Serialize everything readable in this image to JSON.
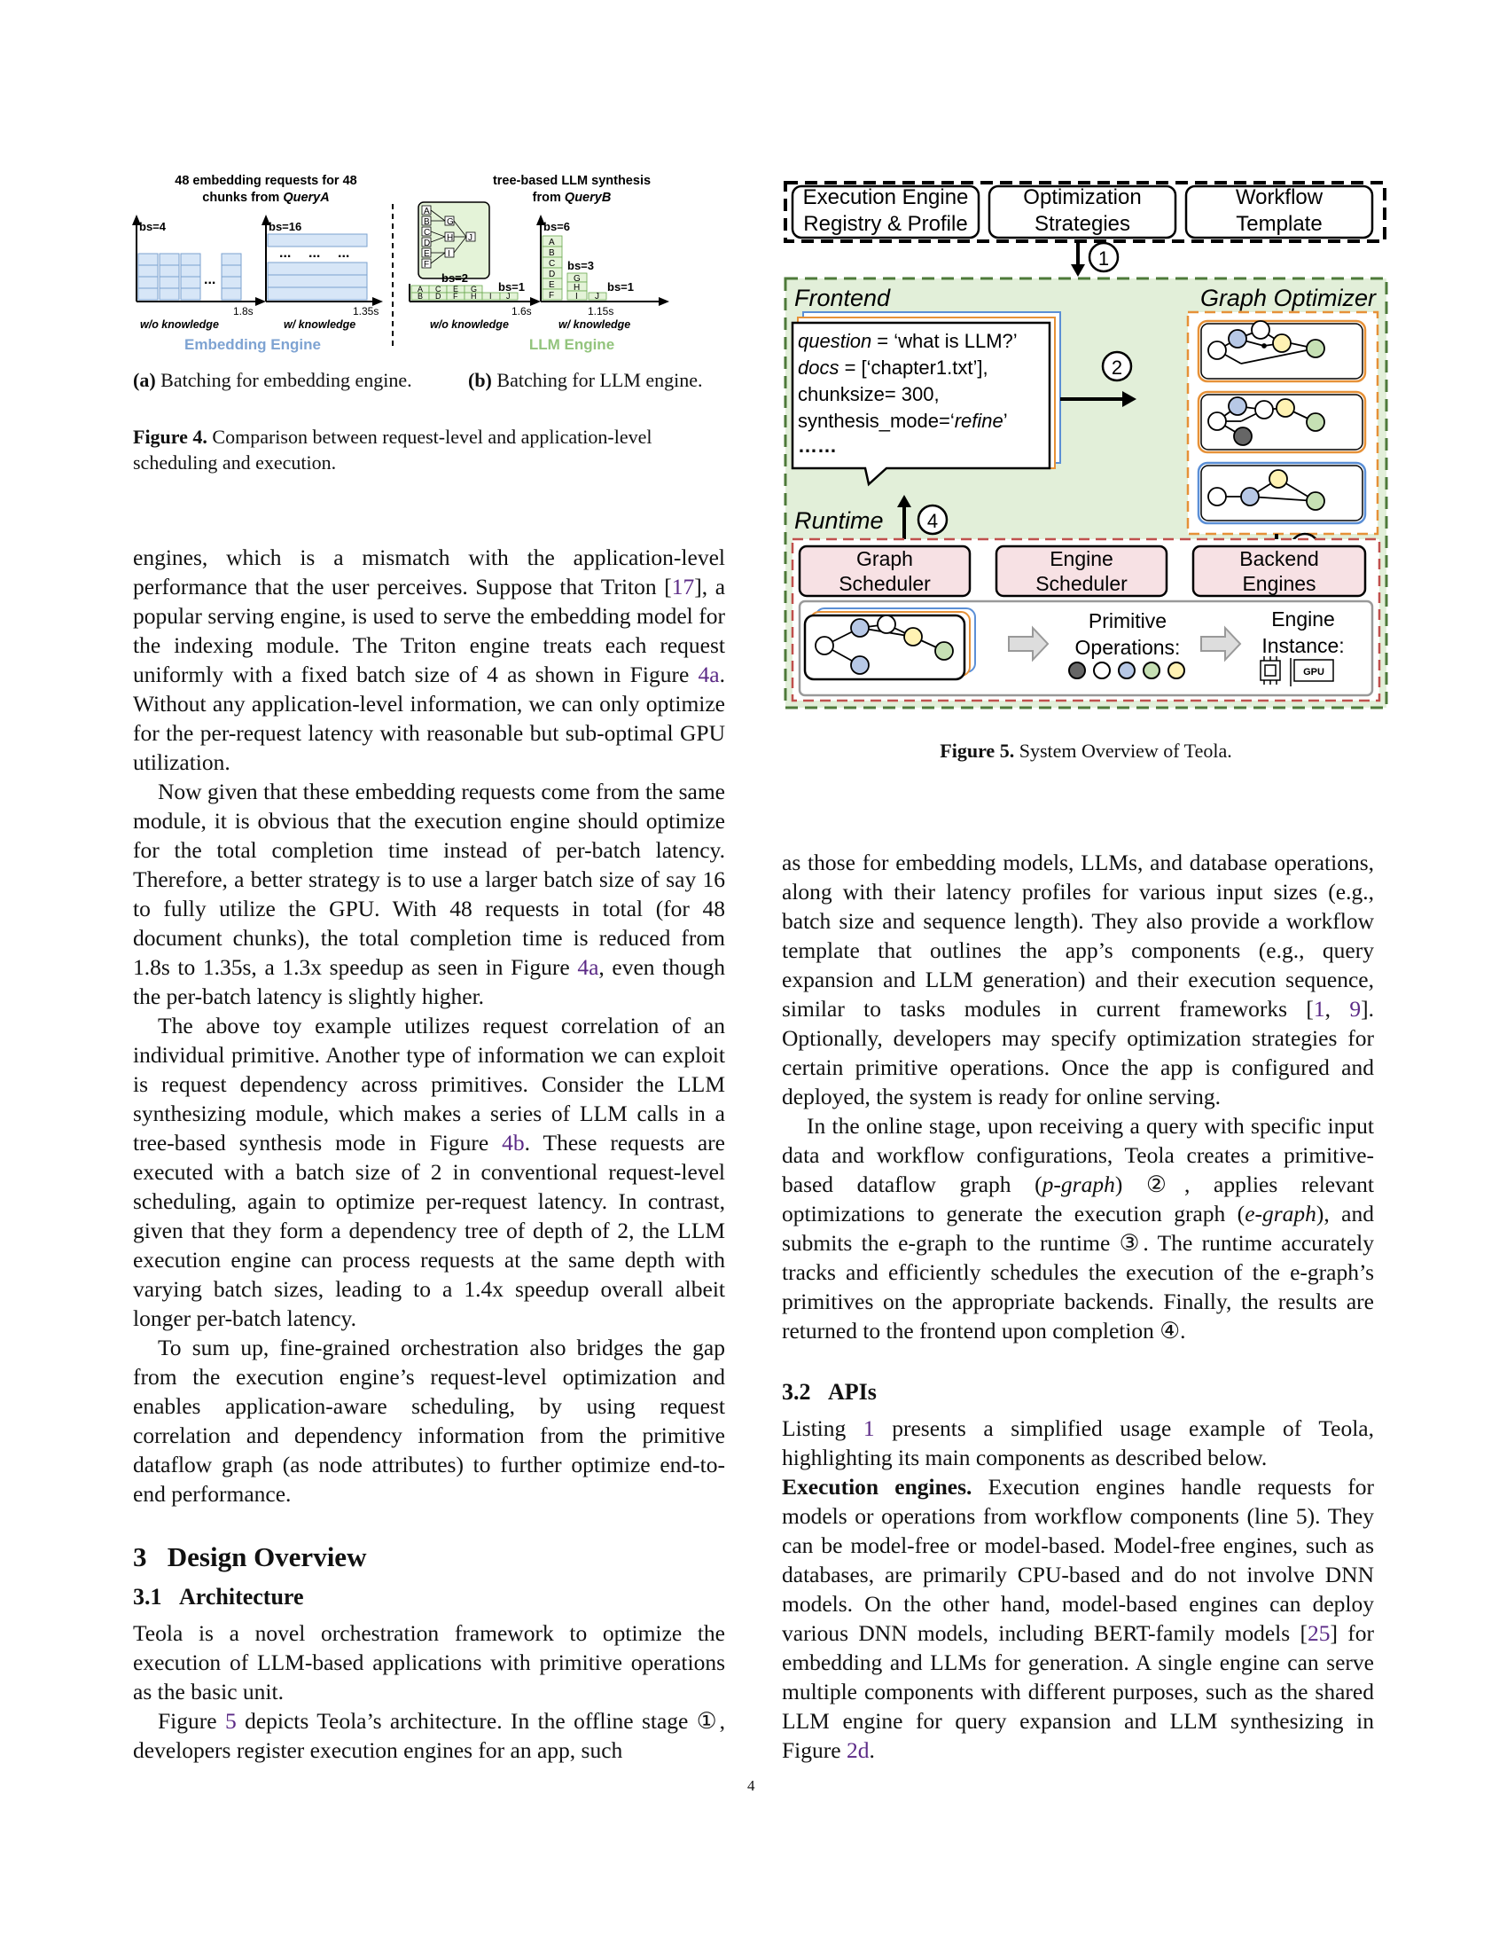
{
  "fig4": {
    "a": {
      "title_line1": "48 embedding requests for 48",
      "title_line2": "chunks from ",
      "title_query": "QueryA",
      "bs_left": "bs=4",
      "bs_right": "bs=16",
      "time_left": "1.8s",
      "time_right": "1.35s",
      "label_left": "w/o knowledge",
      "label_right": "w/ knowledge",
      "engine_label": "Embedding Engine",
      "ellipsis": "...",
      "subcap_label": "(a)",
      "subcap_text": "Batching for embedding engine."
    },
    "b": {
      "title_line1": "tree-based LLM synthesis",
      "title_line2": "from ",
      "title_query": "QueryB",
      "bs2": "bs=2",
      "bs1_left": "bs=1",
      "bs6": "bs=6",
      "bs3": "bs=3",
      "bs1_right": "bs=1",
      "time_left": "1.6s",
      "time_right": "1.15s",
      "label_left": "w/o knowledge",
      "label_right": "w/ knowledge",
      "engine_label": "LLM Engine",
      "tree_nodes": [
        "A",
        "B",
        "C",
        "D",
        "E",
        "F",
        "G",
        "H",
        "I",
        "J"
      ],
      "subcap_label": "(b)",
      "subcap_text": "Batching for LLM engine."
    },
    "caption_label": "Figure 4.",
    "caption_text": "Comparison between request-level and application-level scheduling and execution."
  },
  "fig5": {
    "top_boxes": [
      {
        "line1": "Execution Engine",
        "line2": "Registry & Profile"
      },
      {
        "line1": "Optimization",
        "line2": "Strategies"
      },
      {
        "line1": "Workflow",
        "line2": "Template"
      }
    ],
    "step1": "1",
    "step2": "2",
    "step3": "3",
    "step4": "4",
    "frontend": "Frontend",
    "graph_optimizer": "Graph Optimizer",
    "runtime": "Runtime",
    "query_lines": {
      "q_key": "question",
      "q_val": " = ‘what is LLM?’",
      "d_key": "docs",
      "d_val": " = [‘chapter1.txt’],",
      "chunk": "chunksize= 300,",
      "synth": "synthesis_mode=‘",
      "synth_val": "refine",
      "synth_end": "’",
      "dots": "……"
    },
    "runtime_boxes": [
      {
        "line1": "Graph",
        "line2": "Scheduler"
      },
      {
        "line1": "Engine",
        "line2": "Scheduler"
      },
      {
        "line1": "Backend",
        "line2": "Engines"
      }
    ],
    "primitive_label1": "Primitive",
    "primitive_label2": "Operations:",
    "engine_label1": "Engine",
    "engine_label2": "Instance:",
    "gpu_label": "GPU",
    "caption_label": "Figure 5.",
    "caption_text": "System Overview of Teola."
  },
  "left_col": {
    "p1": "engines, which is a mismatch with the application-level performance that the user perceives. Suppose that Triton [",
    "p1_ref": "17",
    "p1b": "], a popular serving engine, is used to serve the embedding model for the indexing module. The Triton engine treats each request uniformly with a fixed batch size of 4 as shown in Figure ",
    "p1_fig": "4a",
    "p1c": ". Without any application-level information, we can only optimize for the per-request latency with reasonable but sub-optimal GPU utilization.",
    "p2": "Now given that these embedding requests come from the same module, it is obvious that the execution engine should optimize for the total completion time instead of per-batch latency. Therefore, a better strategy is to use a larger batch size of say 16 to fully utilize the GPU. With 48 requests in total (for 48 document chunks), the total completion time is reduced from 1.8s to 1.35s, a 1.3x speedup as seen in Figure ",
    "p2_fig": "4a",
    "p2b": ", even though the per-batch latency is slightly higher.",
    "p3": "The above toy example utilizes request correlation of an individual primitive. Another type of information we can exploit is request dependency across primitives. Consider the LLM synthesizing module, which makes a series of LLM calls in a tree-based synthesis mode in Figure ",
    "p3_fig": "4b",
    "p3b": ". These requests are executed with a batch size of 2 in conventional request-level scheduling, again to optimize per-request latency. In contrast, given that they form a dependency tree of depth of 2, the LLM execution engine can process requests at the same depth with varying batch sizes, leading to a 1.4x speedup overall albeit longer per-batch latency.",
    "p4": "To sum up, fine-grained orchestration also bridges the gap from the execution engine’s request-level optimization and enables application-aware scheduling, by using request correlation and dependency information from the primitive dataflow graph (as node attributes) to further optimize end-to-end performance.",
    "sec3_num": "3",
    "sec3_title": "Design Overview",
    "sec31_num": "3.1",
    "sec31_title": "Architecture",
    "p5": "Teola is a novel orchestration framework to optimize the execution of LLM-based applications with primitive operations as the basic unit.",
    "p6a": "Figure ",
    "p6_fig": "5",
    "p6b": " depicts Teola’s architecture. In the offline stage ①, developers register execution engines for an app, such"
  },
  "right_col": {
    "p1": "as those for embedding models, LLMs, and database operations, along with their latency profiles for various input sizes (e.g., batch size and sequence length). They also provide a workflow template that outlines the app’s components (e.g., query expansion and LLM generation) and their execution sequence, similar to tasks modules in current frameworks [",
    "p1_ref1": "1",
    "p1_sep": ", ",
    "p1_ref2": "9",
    "p1b": "]. Optionally, developers may specify optimization strategies for certain primitive operations. Once the app is configured and deployed, the system is ready for online serving.",
    "p2a": "In the online stage, upon receiving a query with specific input data and workflow configurations, Teola creates a primitive-based dataflow graph (",
    "p2_pg": "p-graph",
    "p2b": ") ②, applies relevant optimizations to generate the execution graph (",
    "p2_eg": "e-graph",
    "p2c": "), and submits the e-graph to the runtime ③. The runtime accurately tracks and efficiently schedules the execution of the e-graph’s primitives on the appropriate backends. Finally, the results are returned to the frontend upon completion ④.",
    "sec32_num": "3.2",
    "sec32_title": "APIs",
    "p3a": "Listing ",
    "p3_ref": "1",
    "p3b": " presents a simplified usage example of Teola, highlighting its main components as described below.",
    "p4_bold": "Execution engines.",
    "p4": " Execution engines handle requests for models or operations from workflow components (line 5). They can be model-free or model-based. Model-free engines, such as databases, are primarily CPU-based and do not involve DNN models. On the other hand, model-based engines can deploy various DNN models, including BERT-family models [",
    "p4_ref": "25",
    "p4b": "] for embedding and LLMs for generation. A single engine can serve multiple components with different purposes, such as the shared LLM engine for query expansion and LLM synthesizing in Figure ",
    "p4_fig": "2d",
    "p4c": "."
  },
  "page_number": "4"
}
